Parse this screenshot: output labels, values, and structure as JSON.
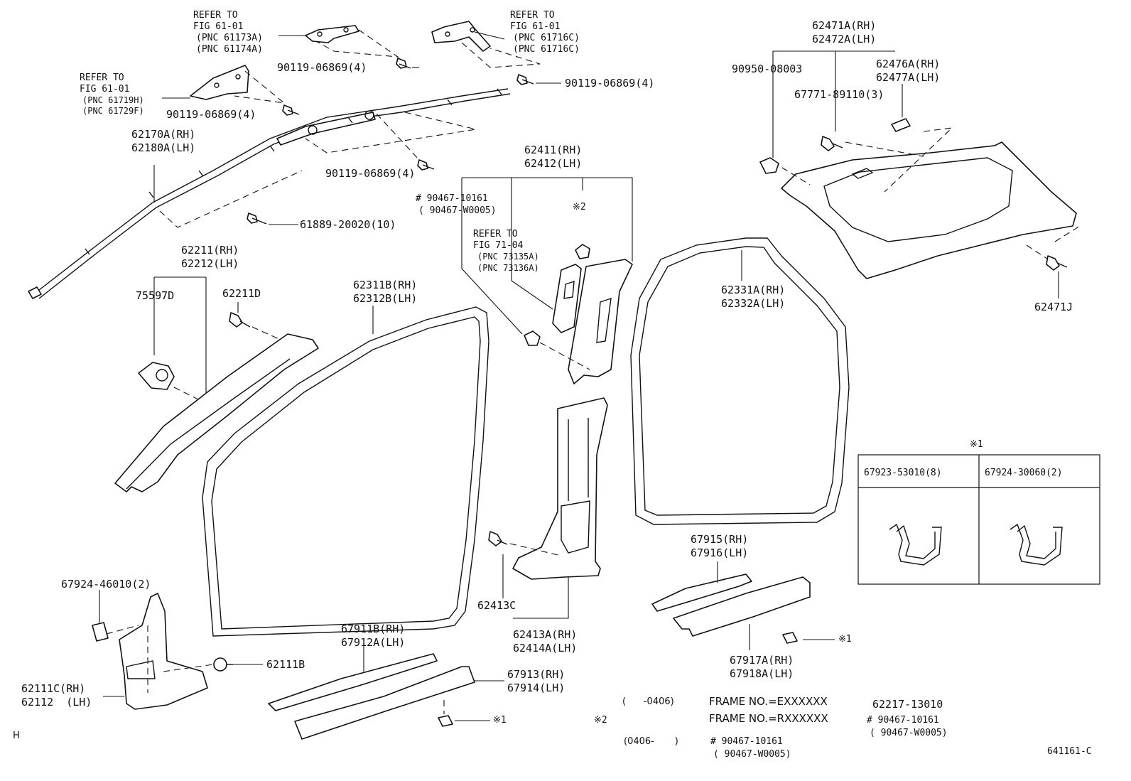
{
  "labels": {
    "refer_61173": [
      "REFER TO",
      "FIG 61-01",
      "(PNC 61173A)",
      "(PNC 61174A)"
    ],
    "refer_61716": [
      "REFER TO",
      "FIG 61-01",
      "(PNC 61716C)",
      "(PNC 61716C)"
    ],
    "refer_61719": [
      "REFER TO",
      "FIG 61-01",
      "(PNC 61719H)",
      "(PNC 61729F)"
    ],
    "refer_73135": [
      "REFER TO",
      "FIG 71-04",
      "(PNC 73135A)",
      "(PNC 73136A)"
    ],
    "bolt_a": "90119-06869(4)",
    "bolt_b": "90119-06869(4)",
    "bolt_c": "90119-06869(4)",
    "bolt_d": "90119-06869(4)",
    "airbag": [
      "62170A(RH)",
      "62180A(LH)"
    ],
    "screw_61889": "61889-20020(10)",
    "a_pillar": [
      "62211(RH)",
      "62212(LH)"
    ],
    "p75597": "75597D",
    "p62211d": "62211D",
    "weather_front": [
      "62311B(RH)",
      "62312B(LH)"
    ],
    "b_upper": [
      "62411(RH)",
      "62412(LH)"
    ],
    "clip_90467": [
      "# 90467-10161",
      "( 90467-W0005)"
    ],
    "note2_a": "※2",
    "weather_rear": [
      "62331A(RH)",
      "62332A(LH)"
    ],
    "quarter": [
      "62471A(RH)",
      "62472A(LH)"
    ],
    "p90950": "90950-08003",
    "p62476": [
      "62476A(RH)",
      "62477A(LH)"
    ],
    "p67771": "67771-89110(3)",
    "p62471j": "62471J",
    "b_lower_clip": "62413C",
    "b_lower": [
      "62413A(RH)",
      "62414A(LH)"
    ],
    "kick_clip": "67924-46010(2)",
    "kick_screw": "62111B",
    "kick": [
      "62111C(RH)",
      "62112  (LH)"
    ],
    "scuff_front": [
      "67911B(RH)",
      "67912A(LH)"
    ],
    "step_front": [
      "67913(RH)",
      "67914(LH)"
    ],
    "scuff_rear": [
      "67915(RH)",
      "67916(LH)"
    ],
    "step_rear": [
      "67917A(RH)",
      "67918A(LH)"
    ],
    "note1_a": "※1",
    "note1_b": "※1",
    "note1_c": "※1",
    "note2_b": "※2",
    "clip_table": {
      "left": "67923-53010(8)",
      "right": "67924-30060(2)"
    },
    "footnote": {
      "row1_range": "(      -0406)",
      "row1_frame": "FRAME NO.=EXXXXXX",
      "row1_part": "62217-13010",
      "row2_frame": "FRAME NO.=RXXXXXX",
      "row2_part1": "# 90467-10161",
      "row2_part2": "( 90467-W0005)",
      "row3_range": "(0406-       )",
      "row3_part1": "# 90467-10161",
      "row3_part2": "( 90467-W0005)"
    },
    "corner_h": "H",
    "fig_code": "641161-C"
  }
}
